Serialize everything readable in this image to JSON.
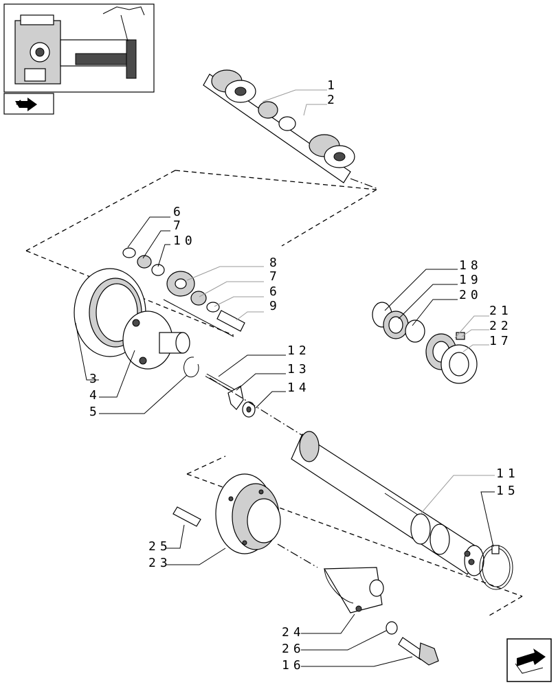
{
  "callouts": [
    "1",
    "2",
    "6",
    "7",
    "10",
    "8",
    "7",
    "6",
    "9",
    "18",
    "19",
    "20",
    "21",
    "22",
    "17",
    "12",
    "13",
    "14",
    "3",
    "4",
    "5",
    "11",
    "15",
    "25",
    "23",
    "24",
    "26",
    "16"
  ],
  "icons": {
    "thumbnail": "tractor-transmission-thumbnail",
    "nav_prev": "back-arrow-icon",
    "nav_next": "next-page-arrow-icon"
  }
}
